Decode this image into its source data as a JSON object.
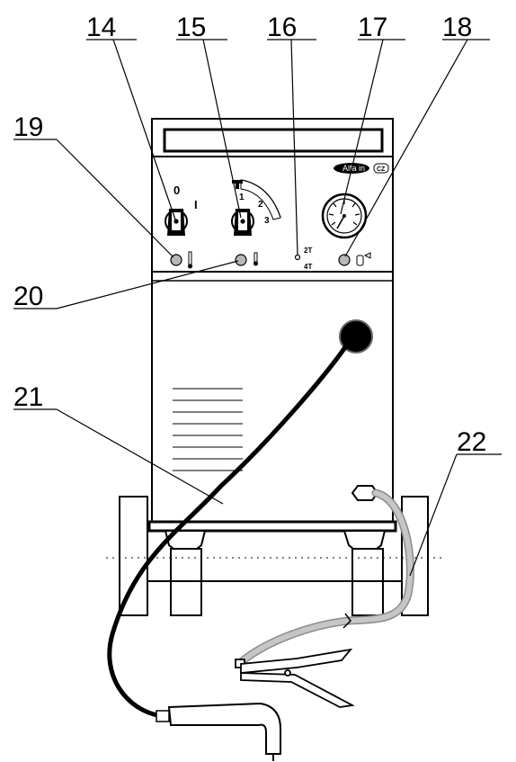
{
  "callouts": [
    {
      "id": "c14",
      "label": "14"
    },
    {
      "id": "c15",
      "label": "15"
    },
    {
      "id": "c16",
      "label": "16"
    },
    {
      "id": "c17",
      "label": "17"
    },
    {
      "id": "c18",
      "label": "18"
    },
    {
      "id": "c19",
      "label": "19"
    },
    {
      "id": "c20",
      "label": "20"
    },
    {
      "id": "c21",
      "label": "21"
    },
    {
      "id": "c22",
      "label": "22"
    }
  ],
  "panel": {
    "switch_off_mark": "0",
    "switch_on_mark": "I",
    "selector_1": "1",
    "selector_2": "2",
    "selector_3": "3",
    "mode_2t": "2T",
    "mode_4t": "4T",
    "brand_badge": "Alfa in",
    "badge_small": "CZ"
  },
  "icons": {
    "selector_scale_icon": "hammer-icon",
    "power_light_icon": "thermometer-power-icon",
    "thermal_light_icon": "thermometer-icon",
    "gas_light_icon": "gas-cylinder-icon"
  },
  "colors": {
    "line": "#000000",
    "light_grey": "#b8b8b8",
    "hose_grey": "#c6c6c6",
    "hose_outline": "#8a8a8a"
  }
}
